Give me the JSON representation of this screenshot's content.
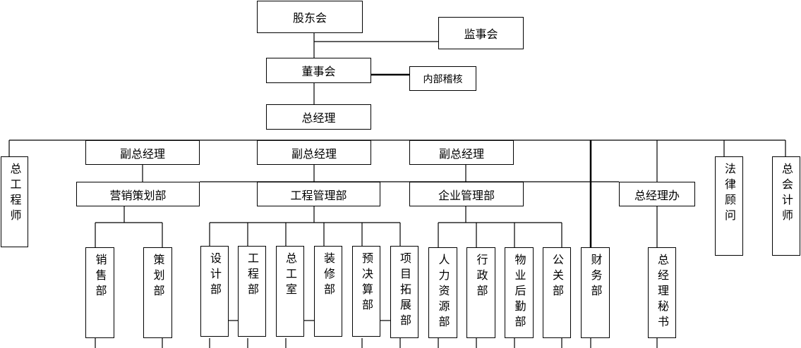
{
  "nodes": [
    {
      "id": "gudonghui",
      "label": "股东会"
    },
    {
      "id": "jianshihui",
      "label": "监事会"
    },
    {
      "id": "dongshihui",
      "label": "董事会"
    },
    {
      "id": "neibu",
      "label": "内部稽核"
    },
    {
      "id": "zongjingli",
      "label": "总经理"
    },
    {
      "id": "fuzong1",
      "label": "副总经理"
    },
    {
      "id": "fuzong2",
      "label": "副总经理"
    },
    {
      "id": "fuzong3",
      "label": "副总经理"
    },
    {
      "id": "zonggongchengshi",
      "label": "总工程师"
    },
    {
      "id": "yingxiao",
      "label": "营销策划部"
    },
    {
      "id": "gongcheng_guanli",
      "label": "工程管理部"
    },
    {
      "id": "qiye_guanli",
      "label": "企业管理部"
    },
    {
      "id": "zongjinglibang",
      "label": "总经理办"
    },
    {
      "id": "falv",
      "label": "法律顾问"
    },
    {
      "id": "zongkuaiji",
      "label": "总会计师"
    },
    {
      "id": "xiaoshou",
      "label": "销售部"
    },
    {
      "id": "cehua",
      "label": "策划部"
    },
    {
      "id": "sheji",
      "label": "设计部"
    },
    {
      "id": "gongchengbu",
      "label": "工程部"
    },
    {
      "id": "zonggongshi",
      "label": "总工室"
    },
    {
      "id": "zhuangxiu",
      "label": "装修部"
    },
    {
      "id": "yujuesuan",
      "label": "预决算部"
    },
    {
      "id": "xiangmu",
      "label": "项目拓展部"
    },
    {
      "id": "renli",
      "label": "人力资源部"
    },
    {
      "id": "xingzheng",
      "label": "行政部"
    },
    {
      "id": "wuye",
      "label": "物业后勤部"
    },
    {
      "id": "gongguan",
      "label": "公关部"
    },
    {
      "id": "caiwu",
      "label": "财务部"
    },
    {
      "id": "mishu",
      "label": "总经理秘书"
    }
  ]
}
